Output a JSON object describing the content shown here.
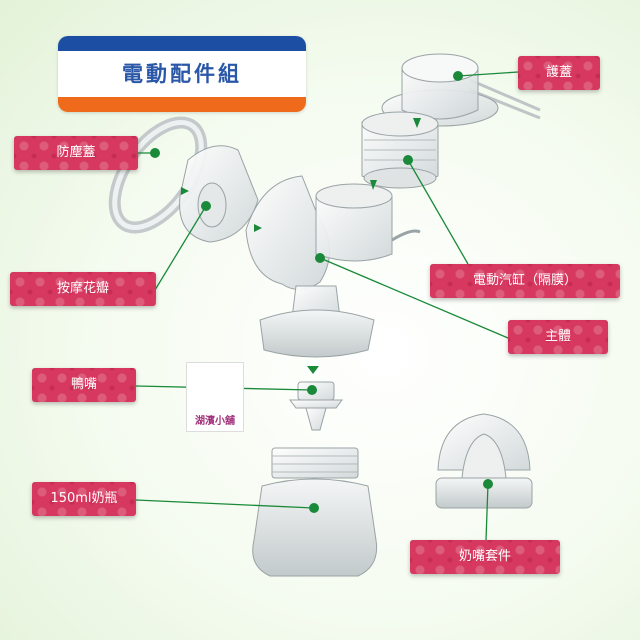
{
  "banner": {
    "title": "電動配件組"
  },
  "labels": {
    "cover": "護蓋",
    "dust_cover": "防塵蓋",
    "massage_petal": "按摩花瓣",
    "pump_cylinder": "電動汽缸（隔膜）",
    "main_body": "主體",
    "duckbill": "鴨嘴",
    "bottle": "150ml奶瓶",
    "nipple_set": "奶嘴套件"
  },
  "watermark": {
    "text": "湖濱小舖"
  },
  "colors": {
    "label_bg": "#d6385f",
    "line": "#1a8a3a",
    "banner_blue": "#1c4fa3",
    "banner_orange": "#ef6a1a"
  }
}
